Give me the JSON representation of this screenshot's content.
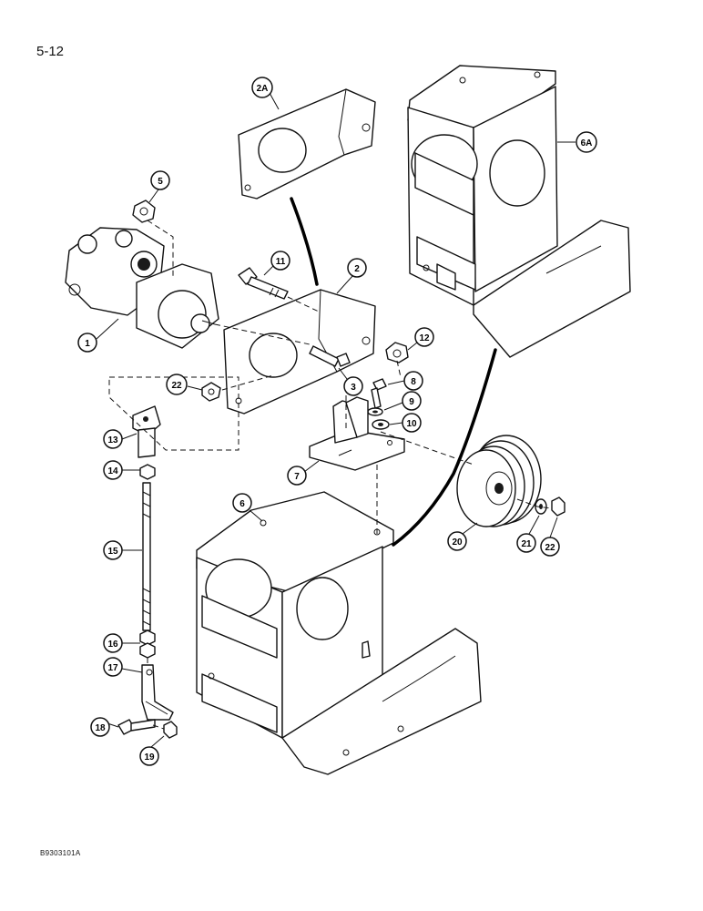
{
  "page_label": "5-12",
  "figure_code": "B9303101A",
  "callouts": [
    "1",
    "2",
    "2A",
    "3",
    "5",
    "6",
    "6A",
    "7",
    "8",
    "9",
    "10",
    "11",
    "12",
    "13",
    "14",
    "15",
    "16",
    "17",
    "18",
    "19",
    "20",
    "21",
    "22",
    "22"
  ]
}
